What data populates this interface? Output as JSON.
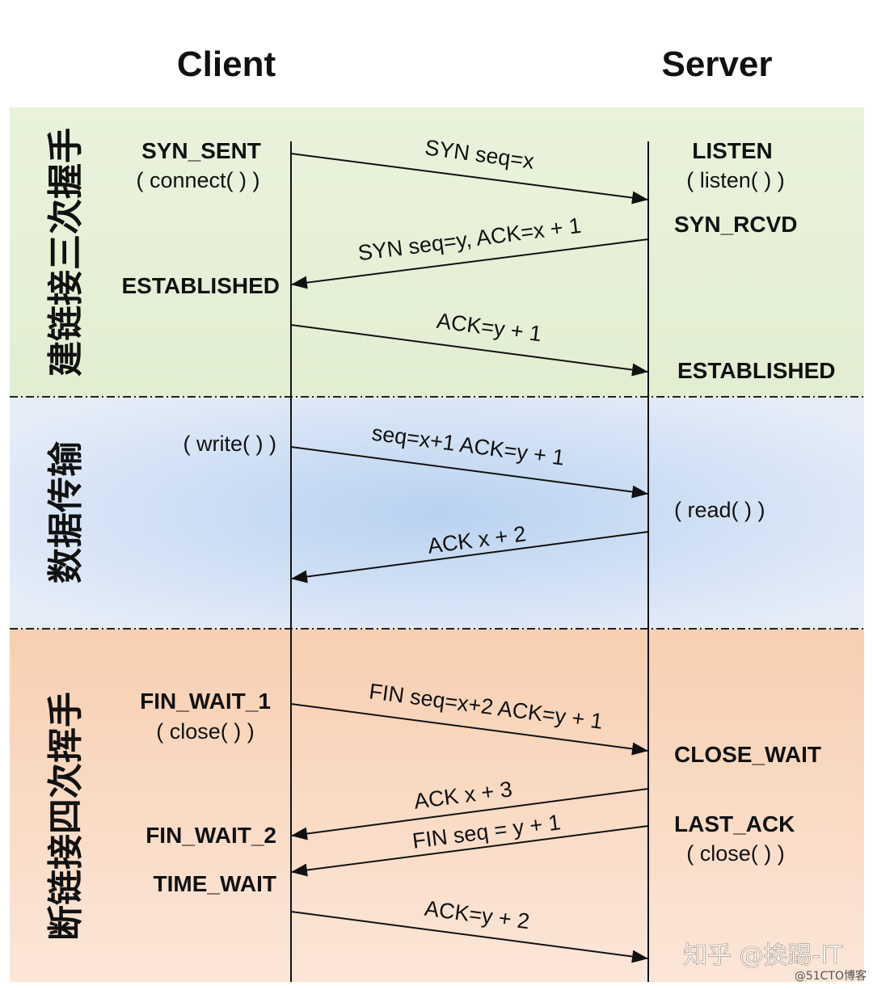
{
  "header": {
    "client": "Client",
    "server": "Server"
  },
  "sections": {
    "handshake": "建链接三次握手",
    "transfer": "数据传输",
    "teardown": "断链接四次挥手"
  },
  "client_states": {
    "syn_sent": "SYN_SENT",
    "connect_call": "( connect( ) )",
    "established": "ESTABLISHED",
    "write_call": "( write( ) )",
    "fin_wait_1": "FIN_WAIT_1",
    "close_call": "( close( ) )",
    "fin_wait_2": "FIN_WAIT_2",
    "time_wait": "TIME_WAIT"
  },
  "server_states": {
    "listen": "LISTEN",
    "listen_call": "( listen( ) )",
    "syn_rcvd": "SYN_RCVD",
    "established": "ESTABLISHED",
    "read_call": "( read( ) )",
    "close_wait": "CLOSE_WAIT",
    "last_ack": "LAST_ACK",
    "close_call": "( close( ) )"
  },
  "messages": {
    "syn": "SYN seq=x",
    "syn_ack": "SYN seq=y, ACK=x + 1",
    "ack": "ACK=y + 1",
    "data": "seq=x+1 ACK=y + 1",
    "data_ack": "ACK x + 2",
    "fin_client": "FIN seq=x+2 ACK=y + 1",
    "ack_fin": "ACK x + 3",
    "fin_server": "FIN seq = y + 1",
    "last_ack": "ACK=y + 2"
  },
  "watermark": {
    "main": "知乎 @挨踢-IT",
    "sub": "@51CTO博客"
  },
  "colors": {
    "handshake_bg": "#e6f0d8",
    "transfer_bg": "#d4e2f6",
    "teardown_bg": "#f9d6bf",
    "line": "#111111"
  }
}
